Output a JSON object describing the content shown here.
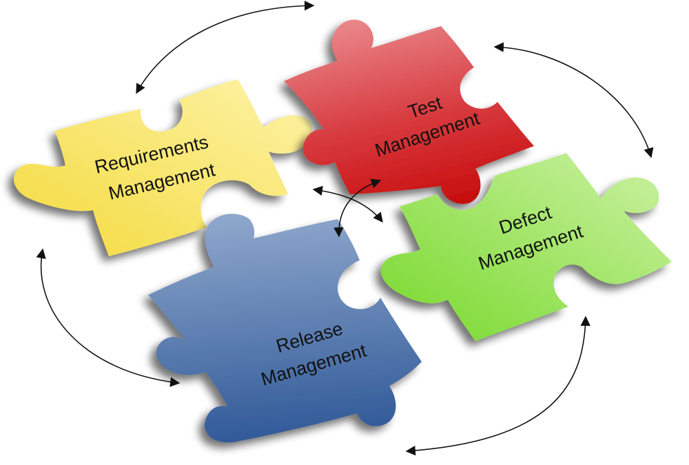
{
  "diagram": {
    "type": "puzzle-cycle",
    "background": "#ffffff",
    "pieces": [
      {
        "id": "requirements",
        "label_line1": "Requirements",
        "label_line2": "Management",
        "color_top": "#fdf09a",
        "color_bottom": "#f5dd45",
        "position": "top-left"
      },
      {
        "id": "test",
        "label_line1": "Test",
        "label_line2": "Management",
        "color_top": "#e57a7e",
        "color_bottom": "#cc1515",
        "position": "top-right"
      },
      {
        "id": "defect",
        "label_line1": "Defect",
        "label_line2": "Management",
        "color_top": "#c6f09a",
        "color_bottom": "#7ddc30",
        "position": "bottom-right"
      },
      {
        "id": "release",
        "label_line1": "Release",
        "label_line2": "Management",
        "color_top": "#8aa3c9",
        "color_bottom": "#355e9d",
        "position": "bottom-left"
      }
    ],
    "connections": [
      {
        "from": "requirements",
        "to": "test",
        "bidirectional": true
      },
      {
        "from": "test",
        "to": "defect",
        "bidirectional": true
      },
      {
        "from": "defect",
        "to": "release",
        "bidirectional": true
      },
      {
        "from": "release",
        "to": "requirements",
        "bidirectional": true
      },
      {
        "from": "requirements",
        "to": "defect",
        "bidirectional": true
      },
      {
        "from": "test",
        "to": "release",
        "bidirectional": true
      }
    ]
  }
}
